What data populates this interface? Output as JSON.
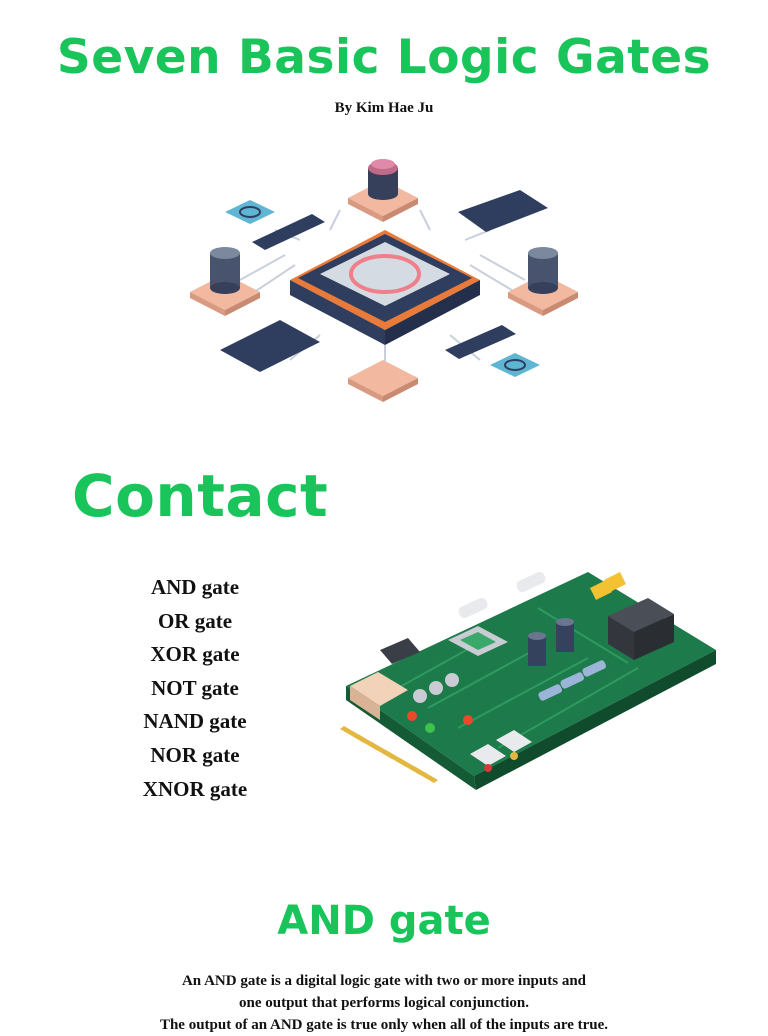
{
  "header": {
    "title": "Seven Basic Logic Gates",
    "author": "By Kim Hae Ju"
  },
  "contact": {
    "heading": "Contact",
    "items": [
      "AND gate",
      "OR gate",
      "XOR gate",
      "NOT gate",
      "NAND gate",
      "NOR gate",
      "XNOR gate"
    ]
  },
  "section": {
    "title": "AND gate",
    "lines": [
      "An AND gate is a digital logic gate with two or more inputs and",
      "one output that performs logical conjunction.",
      "The output of an AND gate is true only when all of the inputs are true."
    ]
  },
  "colors": {
    "accent": "#19c45a",
    "text": "#111111",
    "chip_dark": "#2f3e5e",
    "chip_pad": "#f2b8a0",
    "pcb": "#1d7a4a"
  },
  "icons": {
    "title_gear": "gear-icon",
    "hero": "cpu-chip-illustration",
    "board": "circuit-board-illustration"
  }
}
